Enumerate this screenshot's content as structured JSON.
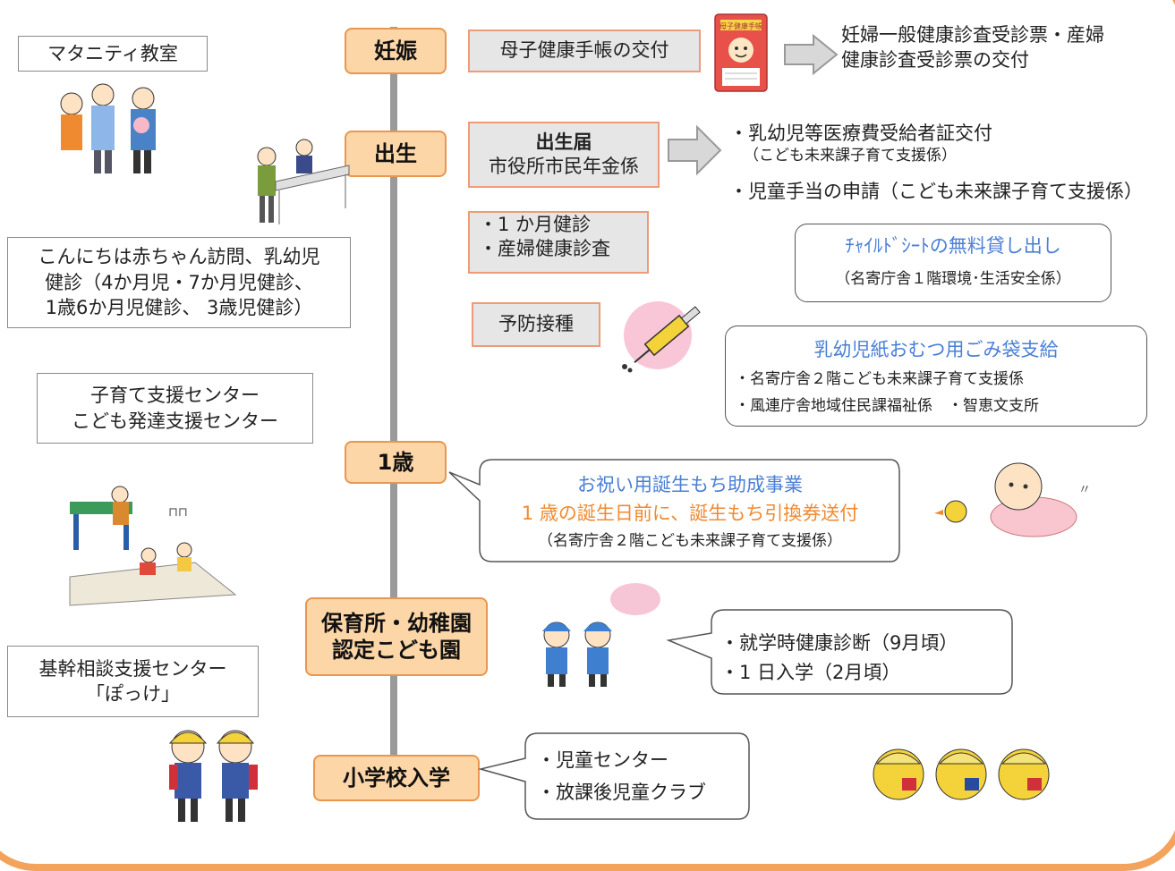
{
  "stages": {
    "pregnancy": "妊娠",
    "birth": "出生",
    "one_year": "1歳",
    "nursery": [
      "保育所・幼稚園",
      "認定こども園"
    ],
    "elementary": "小学校入学"
  },
  "left": {
    "maternity_class": "マタニティ教室",
    "visits": [
      "こんにちは赤ちゃん訪問、乳幼児",
      "健診（4か月児・7か月児健診、",
      "1歳6か月児健診、 3歳児健診）"
    ],
    "support_centers": [
      "子育て支援センター",
      "こども発達支援センター"
    ],
    "consultation": [
      "基幹相談支援センター",
      "「ぽっけ」"
    ]
  },
  "pregnancy": {
    "handbook": "母子健康手帳の交付",
    "handbook_cover": "母子健康手帳",
    "checkup_tickets": [
      "妊婦一般健康診査受診票・産婦",
      "健康診査受診票の交付"
    ]
  },
  "birth": {
    "registration": [
      "出生届",
      "市役所市民年金係"
    ],
    "medical_cert": [
      "・乳幼児等医療費受給者証交付",
      "（こども未来課子育て支援係）"
    ],
    "child_allowance": "・児童手当の申請（こども未来課子育て支援係）",
    "checkups": [
      "・1 か月健診",
      "・産婦健康診査"
    ],
    "vaccination": "予防接種",
    "child_seat": {
      "title": "ﾁｬｲﾙﾄﾞｼｰﾄの無料貸し出し",
      "place": "（名寄庁舎１階環境･生活安全係）"
    },
    "diaper_bags": {
      "title": "乳幼児紙おむつ用ごみ袋支給",
      "line1": "・名寄庁舎２階こども未来課子育て支援係",
      "line2": "・風連庁舎地域住民課福祉係　・智恵文支所"
    }
  },
  "one_year": {
    "title": "お祝い用誕生もち助成事業",
    "detail": "1 歳の誕生日前に、誕生もち引換券送付",
    "place": "（名寄庁舎２階こども未来課子育て支援係）"
  },
  "nursery": {
    "items": [
      "・就学時健康診断（9月頃）",
      "・1 日入学（2月頃）"
    ]
  },
  "elementary": {
    "items": [
      "・児童センター",
      "・放課後児童クラブ"
    ]
  },
  "colors": {
    "stage_fill": "#fcd6a7",
    "stage_border": "#e9964e",
    "accent_blue": "#4a7fd6",
    "accent_orange": "#f08a30",
    "frame": "#f3a35c"
  }
}
